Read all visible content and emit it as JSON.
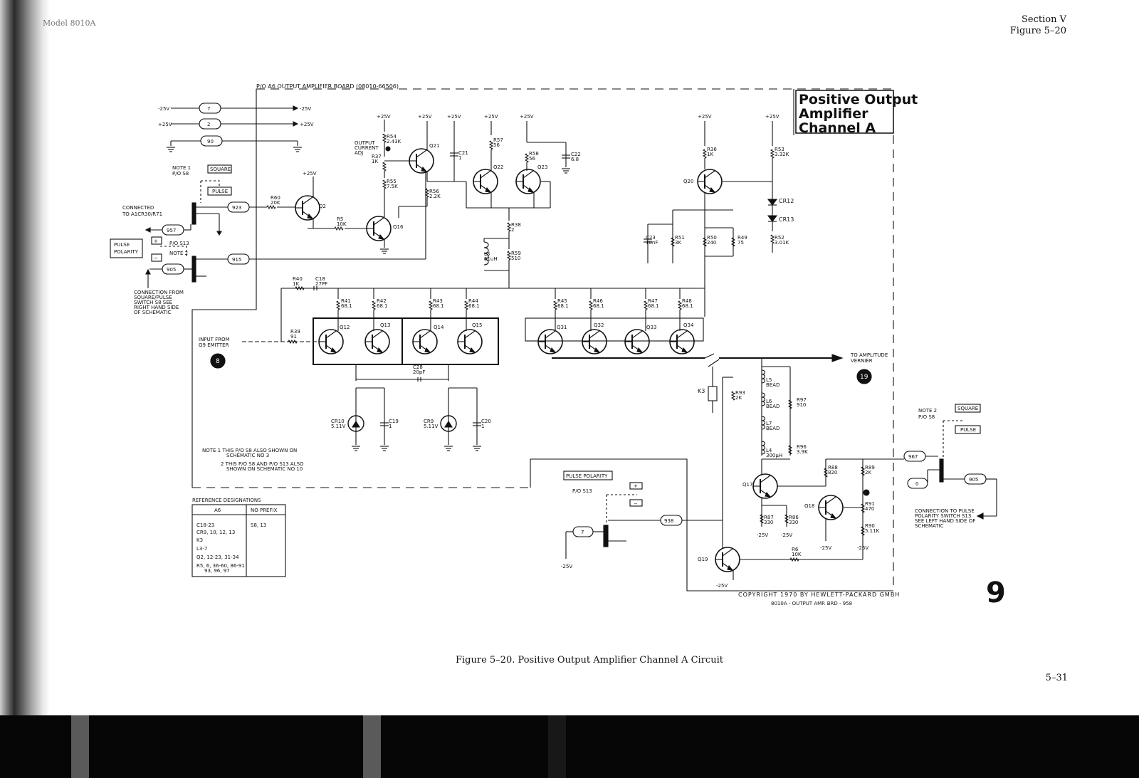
{
  "page": {
    "header_left": "Model 8010A",
    "header_section": "Section V",
    "header_figure": "Figure 5–20",
    "page_number": "5–31",
    "sheet_number": "9",
    "caption": "Figure 5–20.  Positive Output Amplifier Channel  A Circuit",
    "copyright": "COPYRIGHT 1970 BY HEWLETT-PACKARD GMBH",
    "board_code": "8010A - OUTPUT AMP. BRD - 958"
  },
  "schematic": {
    "board_label": "P/O A6 OUTPUT AMPLIFIER BOARD (08010-66506)",
    "title_lines": [
      "Positive Output",
      "Amplifier",
      "Channel A"
    ],
    "supplies": {
      "neg25": "-25V",
      "pos25": "+25V"
    },
    "connectors": [
      "7",
      "2",
      "90",
      "923",
      "957",
      "915",
      "905",
      "967",
      "0",
      "905",
      "938",
      "7"
    ],
    "transistors": [
      "Q21",
      "Q22",
      "Q23",
      "Q2",
      "Q16",
      "Q20",
      "Q12",
      "Q13",
      "Q14",
      "Q15",
      "Q31",
      "Q32",
      "Q33",
      "Q34",
      "Q17",
      "Q18",
      "Q19"
    ],
    "components": {
      "R54": [
        "R54",
        "2.43K"
      ],
      "R37": [
        "R37",
        "1K"
      ],
      "R55": [
        "R55",
        "7.5K"
      ],
      "R56": [
        "R56",
        "2.2K"
      ],
      "R57": [
        "R57",
        "56"
      ],
      "R58": [
        "R58",
        "56"
      ],
      "C21": [
        "C21",
        "1"
      ],
      "C22": [
        "C22",
        "6.8"
      ],
      "R60": [
        "R60",
        "20K"
      ],
      "R5": [
        "R5",
        "10K"
      ],
      "R38": [
        "R38",
        "2"
      ],
      "L3": [
        "L3",
        "51uH"
      ],
      "R59": [
        "R59",
        "510"
      ],
      "R36": [
        "R36",
        "1K"
      ],
      "R53": [
        "R53",
        "3.32K"
      ],
      "CR12": [
        "CR12"
      ],
      "CR13": [
        "CR13"
      ],
      "C23": [
        "C23",
        "10nF"
      ],
      "R51": [
        "R51",
        "3K"
      ],
      "R50": [
        "R50",
        "240"
      ],
      "R49": [
        "R49",
        "75"
      ],
      "R52": [
        "R52",
        "3.01K"
      ],
      "R40": [
        "R40",
        "1K"
      ],
      "C18": [
        "C18",
        "27PF"
      ],
      "R39": [
        "R39",
        "91"
      ],
      "R41": [
        "R41",
        "68.1"
      ],
      "R42": [
        "R42",
        "68.1"
      ],
      "R43": [
        "R43",
        "68.1"
      ],
      "R44": [
        "R44",
        "68.1"
      ],
      "R45": [
        "R45",
        "68.1"
      ],
      "R46": [
        "R46",
        "68.1"
      ],
      "R47": [
        "R47",
        "68.1"
      ],
      "R48": [
        "R48",
        "68.1"
      ],
      "C28": [
        "C28",
        "20pF"
      ],
      "CR10": [
        "CR10",
        "5.11V"
      ],
      "C19": [
        "C19",
        "1"
      ],
      "CR9": [
        "CR9",
        "5.11V"
      ],
      "C20": [
        "C20",
        "1"
      ],
      "K3": [
        "K3"
      ],
      "R93": [
        "R93",
        "2K"
      ],
      "L5": [
        "L5",
        "BEAD"
      ],
      "L6": [
        "L6",
        "BEAD"
      ],
      "L7": [
        "L7",
        "BEAD"
      ],
      "R97": [
        "R97",
        "910"
      ],
      "R96": [
        "R96",
        "3.9K"
      ],
      "L4": [
        "L4",
        "300µH"
      ],
      "R88": [
        "R88",
        "820"
      ],
      "R89": [
        "R89",
        "2K"
      ],
      "R91": [
        "R91",
        "470"
      ],
      "R90": [
        "R90",
        "5.11K"
      ],
      "R87": [
        "R87",
        "330"
      ],
      "R86": [
        "R86",
        "330"
      ],
      "R6": [
        "R6",
        "10K"
      ]
    },
    "labels": {
      "output_current_adj": [
        "OUTPUT",
        "CURRENT",
        "ADJ"
      ],
      "note1": [
        "NOTE 1",
        "P/O S8"
      ],
      "square": "SQUARE",
      "pulse": "PULSE",
      "connected_to": [
        "CONNECTED",
        "TO A1CR30/R71"
      ],
      "pulse_polarity": [
        "PULSE",
        "POLARITY"
      ],
      "ps13": "P/O S13",
      "note2": "NOTE 2",
      "connection_from": [
        "CONNECTION FROM",
        "SQUARE/PULSE",
        "SWITCH S8 SEE",
        "RIGHT HAND SIDE",
        "OF SCHEMATIC"
      ],
      "input_from": [
        "INPUT FROM",
        "Q9 EMITTER"
      ],
      "marker_input": "8",
      "to_amplitude": [
        "TO AMPLITUDE",
        "VERNIER"
      ],
      "marker_output": "19",
      "note2_right": [
        "NOTE 2",
        "P/O S8"
      ],
      "connection_to": [
        "CONNECTION TO PULSE",
        "POLARITY SWITCH S13",
        "SEE LEFT HAND SIDE OF",
        "SCHEMATIC"
      ],
      "pulse_polarity_box": "PULSE POLARITY",
      "plus": "+",
      "minus": "−",
      "notes": [
        "NOTE  1 THIS P/O S8 ALSO SHOWN ON",
        "SCHEMATIC NO 3",
        "2 THIS P/O S8 AND P/O S13 ALSO",
        "SHOWN ON SCHEMATIC NO 10"
      ]
    },
    "ref_table": {
      "title": "REFERENCE DESIGNATIONS",
      "headers": [
        "A6",
        "NO PREFIX"
      ],
      "left_rows": [
        "C18-23",
        "CR9, 10, 12, 13",
        "K3",
        "L3-7",
        "Q2, 12-23, 31-34",
        "R5, 6, 36-60, 86-91",
        "93, 96, 97"
      ],
      "right_rows": [
        "S8, 13"
      ]
    }
  }
}
